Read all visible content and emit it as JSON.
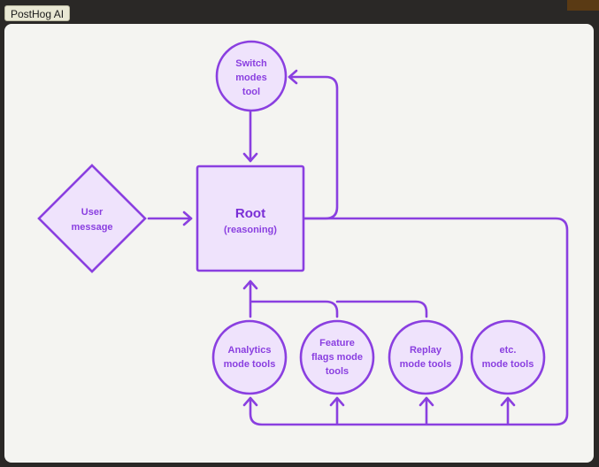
{
  "window": {
    "title": "PostHog AI"
  },
  "colors": {
    "accent": "#8a3fe0",
    "node_fill": "#efe3fc",
    "canvas": "#f4f4f1"
  },
  "nodes": {
    "switch": [
      "Switch",
      "modes",
      "tool"
    ],
    "user": [
      "User",
      "message"
    ],
    "root_title": "Root",
    "root_sub": "(reasoning)",
    "analytics": [
      "Analytics",
      "mode tools"
    ],
    "flags": [
      "Feature",
      "flags mode",
      "tools"
    ],
    "replay": [
      "Replay",
      "mode tools"
    ],
    "etc": [
      "etc.",
      "mode tools"
    ]
  }
}
